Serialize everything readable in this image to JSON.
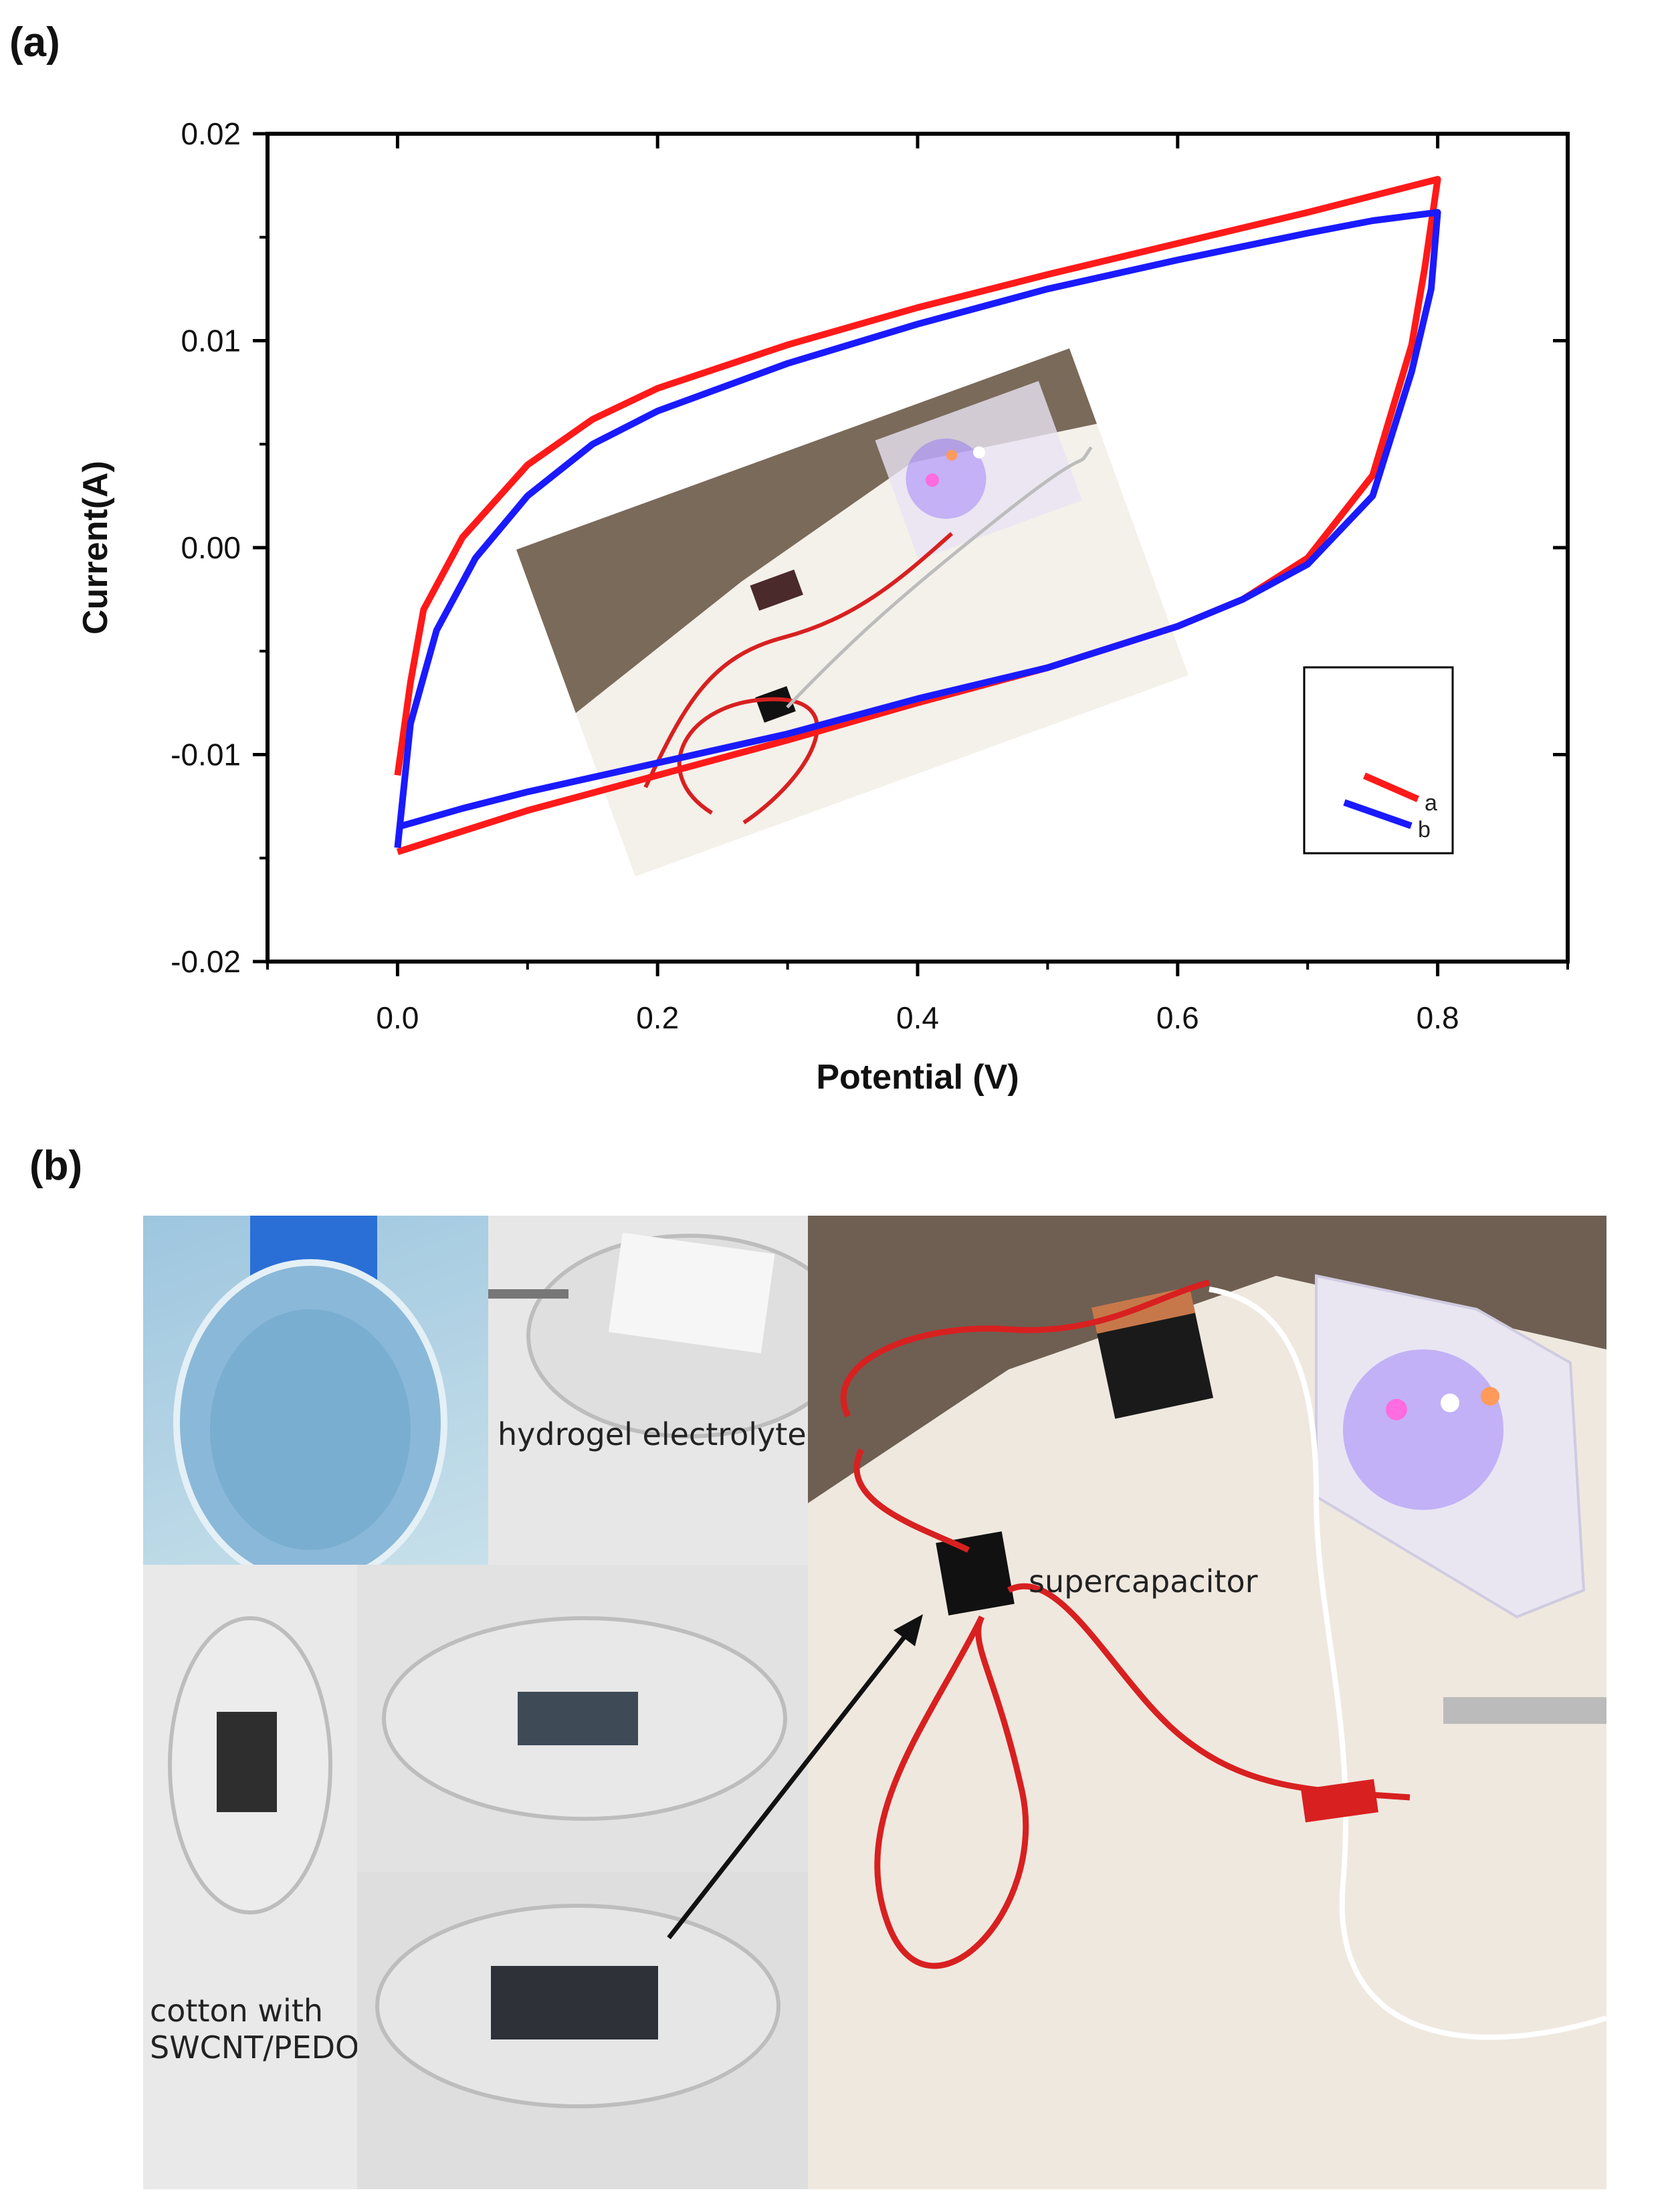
{
  "panels": {
    "a_label": "(a)",
    "b_label": "(b)"
  },
  "chart_data": {
    "type": "line",
    "title": "",
    "xlabel": "Potential (V)",
    "ylabel": "Current(A)",
    "xlim": [
      -0.1,
      0.9
    ],
    "ylim": [
      -0.02,
      0.02
    ],
    "xticks": [
      0.0,
      0.2,
      0.4,
      0.6,
      0.8
    ],
    "xtick_labels": [
      "0.0",
      "0.2",
      "0.4",
      "0.6",
      "0.8"
    ],
    "yticks": [
      -0.02,
      -0.01,
      0.0,
      0.01,
      0.02
    ],
    "ytick_labels": [
      "-0.02",
      "-0.01",
      "0.00",
      "0.01",
      "0.02"
    ],
    "grid": false,
    "legend_position": "bottom-right",
    "series": [
      {
        "name": "a",
        "color": "#ff1a1a",
        "x": [
          0.0,
          0.01,
          0.02,
          0.05,
          0.1,
          0.15,
          0.2,
          0.3,
          0.4,
          0.5,
          0.6,
          0.7,
          0.75,
          0.8,
          0.79,
          0.78,
          0.75,
          0.7,
          0.65,
          0.6,
          0.55,
          0.5,
          0.4,
          0.3,
          0.2,
          0.1,
          0.05,
          0.0
        ],
        "y": [
          -0.011,
          -0.0065,
          -0.003,
          0.0005,
          0.004,
          0.0062,
          0.0077,
          0.0098,
          0.0116,
          0.0132,
          0.0147,
          0.0162,
          0.017,
          0.0178,
          0.0135,
          0.0098,
          0.0035,
          -0.0005,
          -0.0025,
          -0.0038,
          -0.0048,
          -0.0058,
          -0.0075,
          -0.0093,
          -0.011,
          -0.0127,
          -0.0137,
          -0.0147
        ]
      },
      {
        "name": "b",
        "color": "#1a1aff",
        "x": [
          0.0,
          0.01,
          0.03,
          0.06,
          0.1,
          0.15,
          0.2,
          0.3,
          0.4,
          0.5,
          0.6,
          0.7,
          0.75,
          0.8,
          0.795,
          0.78,
          0.75,
          0.7,
          0.65,
          0.6,
          0.55,
          0.5,
          0.4,
          0.3,
          0.2,
          0.1,
          0.05,
          0.0
        ],
        "y": [
          -0.0145,
          -0.0085,
          -0.004,
          -0.0005,
          0.0025,
          0.005,
          0.0066,
          0.0089,
          0.0108,
          0.0125,
          0.0139,
          0.0152,
          0.0158,
          0.0162,
          0.0125,
          0.0085,
          0.0025,
          -0.0008,
          -0.0025,
          -0.0038,
          -0.0048,
          -0.0058,
          -0.0073,
          -0.009,
          -0.0104,
          -0.0118,
          -0.0126,
          -0.0135
        ]
      }
    ]
  },
  "captions": {
    "hydrogel": "hydrogel electrolyte",
    "cotton": "cotton with SWCNT/PEDOT:PSS",
    "supercapacitor": "supercapacitor"
  },
  "colors": {
    "series_a": "#ff1a1a",
    "series_b": "#1a1aff",
    "glove": "#2a6fd6",
    "hydrogel": "#8ab8d8",
    "table": "#efe8df",
    "wire_red": "#d82020",
    "led_glow": "#7a4cff"
  },
  "icons": {
    "arrow": "black-arrow-icon"
  }
}
